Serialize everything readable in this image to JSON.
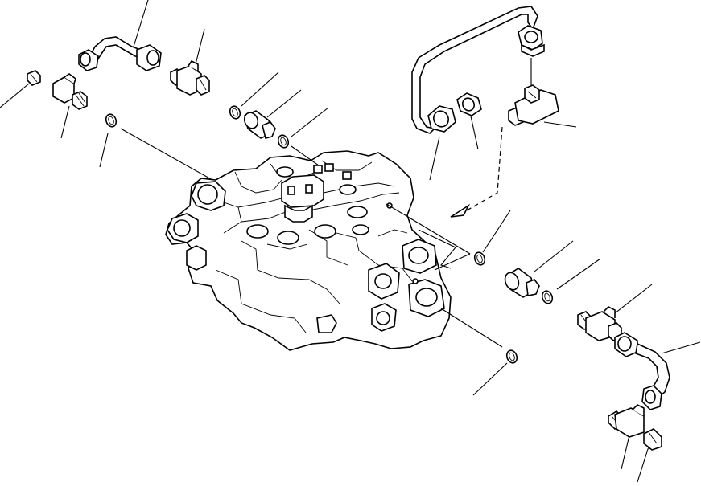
{
  "diagram": {
    "kind": "exploded parts view",
    "colors": {
      "line": "#000000",
      "background": "#ffffff"
    },
    "parts": [
      {
        "id": "main-valve-body",
        "icon": "valve-block-icon"
      },
      {
        "id": "upper-left-bent-tube",
        "icon": "tube-icon"
      },
      {
        "id": "upper-left-tee-fitting",
        "icon": "tee-fitting-icon"
      },
      {
        "id": "upper-left-elbow-fitting",
        "icon": "elbow-fitting-icon"
      },
      {
        "id": "upper-left-plug",
        "icon": "plug-icon"
      },
      {
        "id": "upper-left-o-ring",
        "icon": "o-ring-icon"
      },
      {
        "id": "upper-adapter",
        "icon": "adapter-icon"
      },
      {
        "id": "upper-o-ring-a",
        "icon": "o-ring-icon"
      },
      {
        "id": "upper-o-ring-b",
        "icon": "o-ring-icon"
      },
      {
        "id": "upper-right-long-tube",
        "icon": "tube-icon"
      },
      {
        "id": "upper-right-nut",
        "icon": "nut-icon"
      },
      {
        "id": "upper-right-union",
        "icon": "union-icon"
      },
      {
        "id": "upper-right-tee-fitting",
        "icon": "tee-fitting-icon"
      },
      {
        "id": "right-o-ring-a",
        "icon": "o-ring-icon"
      },
      {
        "id": "right-adapter",
        "icon": "adapter-icon"
      },
      {
        "id": "right-o-ring-b",
        "icon": "o-ring-icon"
      },
      {
        "id": "right-lower-o-ring",
        "icon": "o-ring-icon"
      },
      {
        "id": "lower-right-tee-fitting",
        "icon": "tee-fitting-icon"
      },
      {
        "id": "lower-right-bent-tube",
        "icon": "tube-icon"
      },
      {
        "id": "lower-right-elbow-fitting",
        "icon": "elbow-fitting-icon"
      },
      {
        "id": "lower-right-plug",
        "icon": "plug-icon"
      }
    ]
  }
}
